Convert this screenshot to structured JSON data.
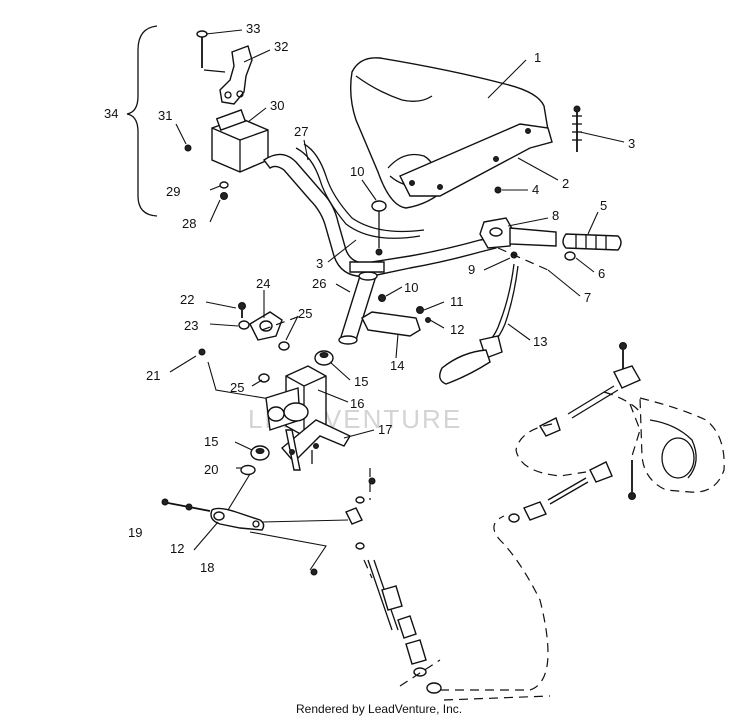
{
  "diagram": {
    "watermark": "LEADVENTURE",
    "footer": "Rendered by LeadVenture, Inc.",
    "callouts": [
      "1",
      "2",
      "3",
      "3",
      "4",
      "5",
      "6",
      "7",
      "8",
      "9",
      "10",
      "10",
      "11",
      "12",
      "12",
      "13",
      "14",
      "15",
      "15",
      "16",
      "17",
      "18",
      "19",
      "20",
      "21",
      "22",
      "23",
      "24",
      "25",
      "25",
      "26",
      "27",
      "28",
      "29",
      "30",
      "31",
      "32",
      "33",
      "34"
    ]
  }
}
